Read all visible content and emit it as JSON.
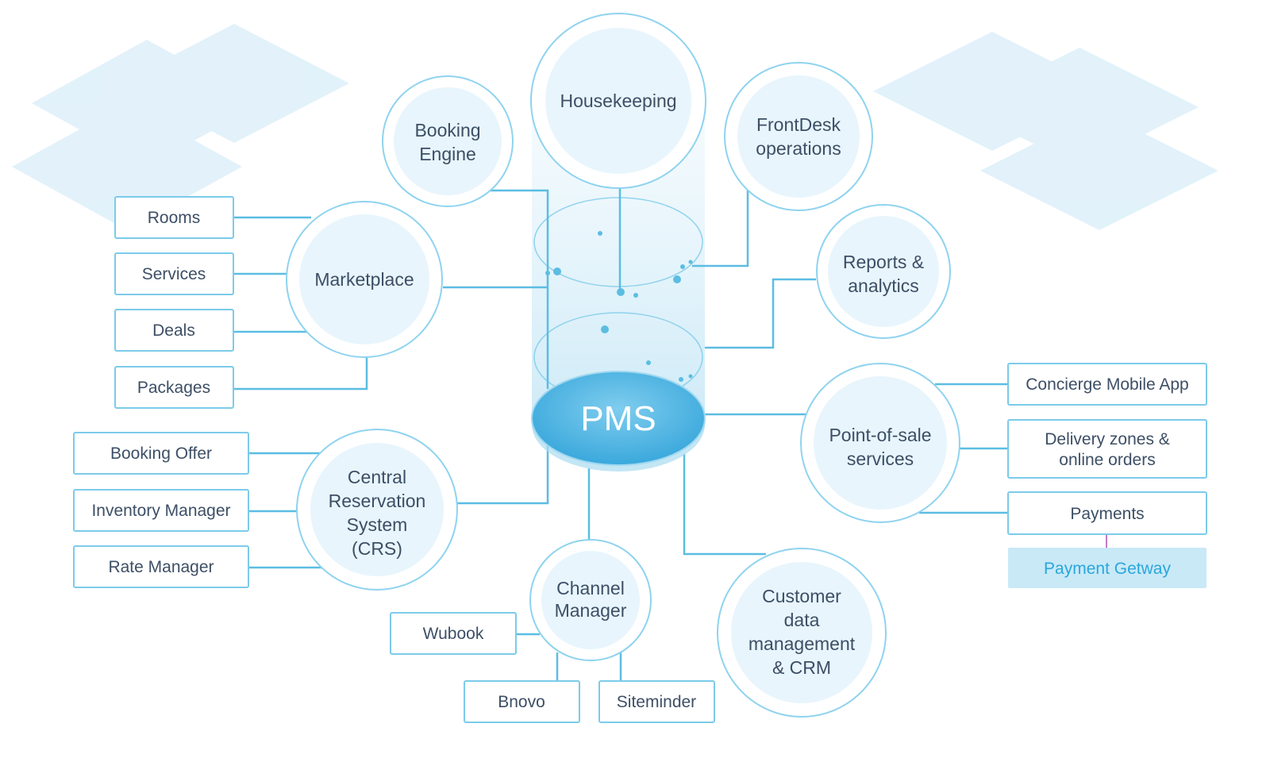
{
  "center": {
    "label": "PMS"
  },
  "circles": {
    "housekeeping": [
      "Housekeeping"
    ],
    "booking_engine": [
      "Booking",
      "Engine"
    ],
    "frontdesk": [
      "FrontDesk",
      "operations"
    ],
    "reports": [
      "Reports &",
      "analytics"
    ],
    "marketplace": [
      "Marketplace"
    ],
    "pos": [
      "Point-of-sale",
      "services"
    ],
    "crs": [
      "Central",
      "Reservation",
      "System",
      "(CRS)"
    ],
    "channel_manager": [
      "Channel",
      "Manager"
    ],
    "customer_data": [
      "Customer",
      "data",
      "management",
      "& CRM"
    ]
  },
  "boxes": {
    "rooms": "Rooms",
    "services": "Services",
    "deals": "Deals",
    "packages": "Packages",
    "booking_offer": "Booking Offer",
    "inventory_manager": "Inventory Manager",
    "rate_manager": "Rate Manager",
    "wubook": "Wubook",
    "bnovo": "Bnovo",
    "siteminder": "Siteminder",
    "concierge_app": "Concierge Mobile App",
    "delivery_zones": [
      "Delivery zones &",
      "online orders"
    ],
    "payments": "Payments",
    "payment_gateway": "Payment Getway"
  },
  "colors": {
    "line": "#5bbde2",
    "box_border": "#7ccbea",
    "circle_border": "#8fd3ef",
    "circle_fill": "#e8f5fc",
    "pms_fill": "#4db3e1",
    "gateway_fill": "#c9e9f7",
    "text": "#3d4f66"
  }
}
